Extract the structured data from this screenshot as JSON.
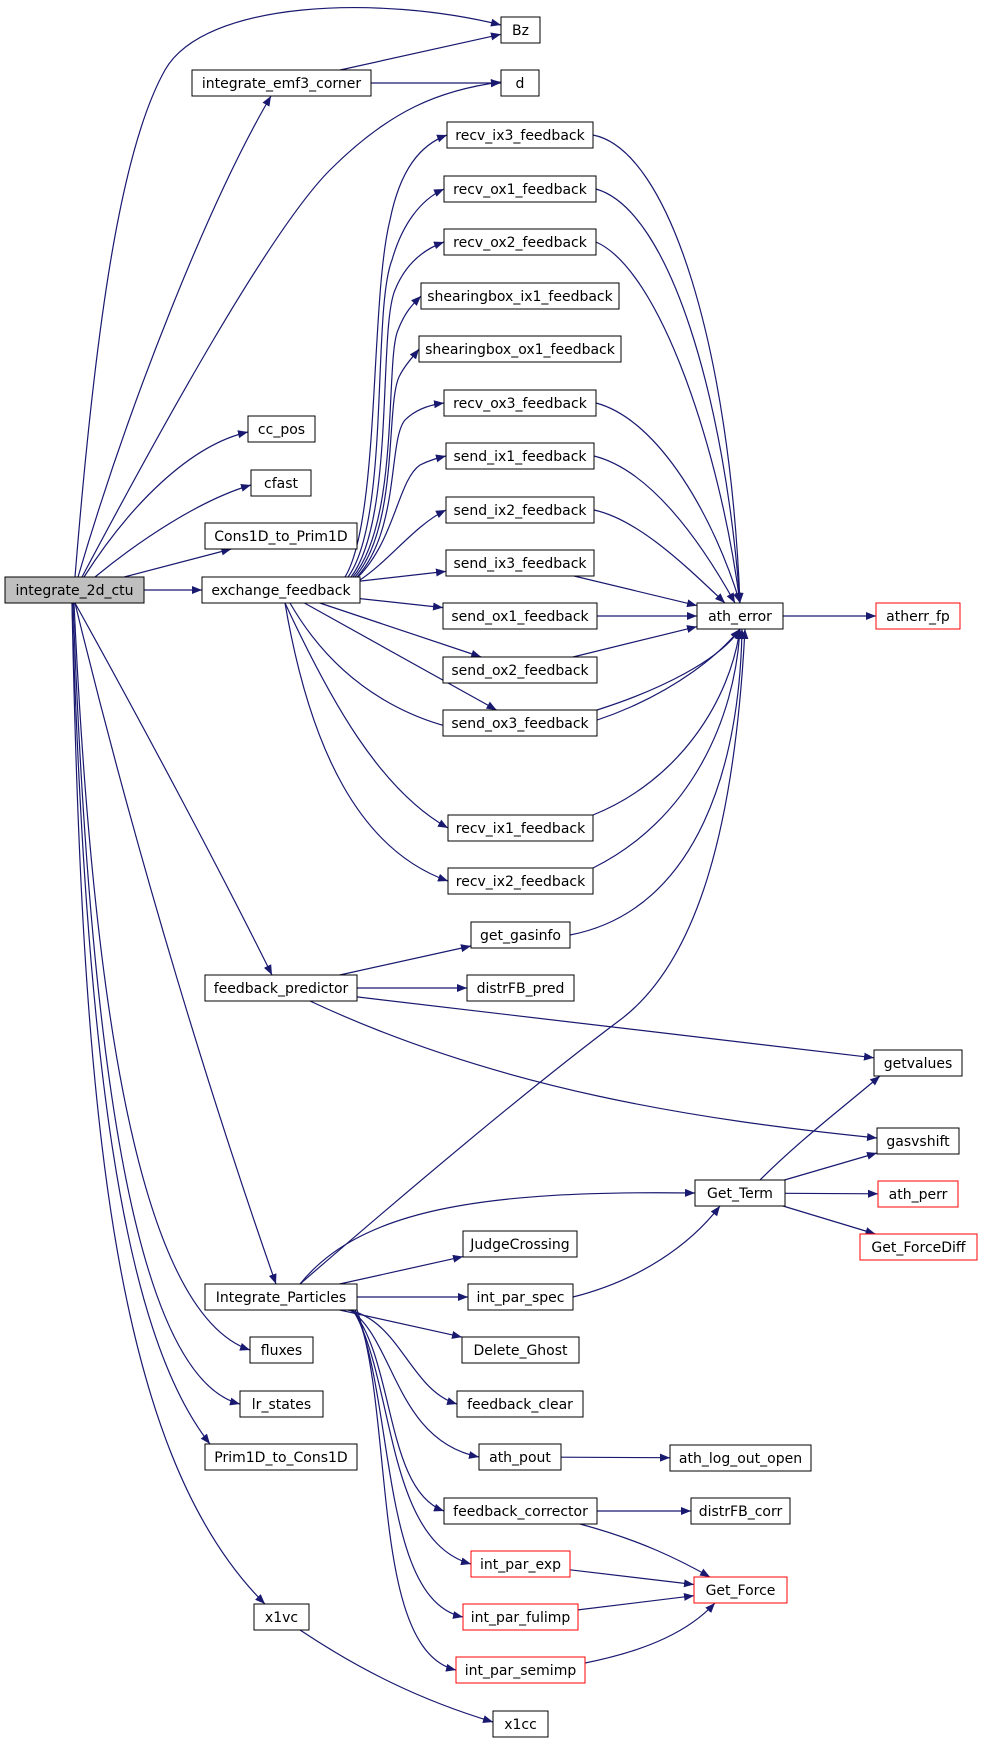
{
  "colors": {
    "edge": "#191970",
    "box_border": "#000000",
    "box_border_red": "#ff0000",
    "box_fill": "#ffffff",
    "root_fill": "#bfbfbf"
  },
  "nodes": [
    {
      "id": "integrate_2d_ctu",
      "label": "integrate_2d_ctu",
      "style": "root"
    },
    {
      "id": "bz",
      "label": "Bz",
      "style": "normal"
    },
    {
      "id": "integrate_emf3_corner",
      "label": "integrate_emf3_corner",
      "style": "normal"
    },
    {
      "id": "d",
      "label": "d",
      "style": "normal"
    },
    {
      "id": "recv_ix3_feedback",
      "label": "recv_ix3_feedback",
      "style": "normal"
    },
    {
      "id": "recv_ox1_feedback",
      "label": "recv_ox1_feedback",
      "style": "normal"
    },
    {
      "id": "recv_ox2_feedback",
      "label": "recv_ox2_feedback",
      "style": "normal"
    },
    {
      "id": "shearingbox_ix1_feedback",
      "label": "shearingbox_ix1_feedback",
      "style": "normal"
    },
    {
      "id": "shearingbox_ox1_feedback",
      "label": "shearingbox_ox1_feedback",
      "style": "normal"
    },
    {
      "id": "recv_ox3_feedback",
      "label": "recv_ox3_feedback",
      "style": "normal"
    },
    {
      "id": "send_ix1_feedback",
      "label": "send_ix1_feedback",
      "style": "normal"
    },
    {
      "id": "send_ix2_feedback",
      "label": "send_ix2_feedback",
      "style": "normal"
    },
    {
      "id": "send_ix3_feedback",
      "label": "send_ix3_feedback",
      "style": "normal"
    },
    {
      "id": "send_ox1_feedback",
      "label": "send_ox1_feedback",
      "style": "normal"
    },
    {
      "id": "send_ox2_feedback",
      "label": "send_ox2_feedback",
      "style": "normal"
    },
    {
      "id": "send_ox3_feedback",
      "label": "send_ox3_feedback",
      "style": "normal"
    },
    {
      "id": "recv_ix1_feedback",
      "label": "recv_ix1_feedback",
      "style": "normal"
    },
    {
      "id": "recv_ix2_feedback",
      "label": "recv_ix2_feedback",
      "style": "normal"
    },
    {
      "id": "cc_pos",
      "label": "cc_pos",
      "style": "normal"
    },
    {
      "id": "cfast",
      "label": "cfast",
      "style": "normal"
    },
    {
      "id": "cons1d_to_prim1d",
      "label": "Cons1D_to_Prim1D",
      "style": "normal"
    },
    {
      "id": "exchange_feedback",
      "label": "exchange_feedback",
      "style": "normal"
    },
    {
      "id": "ath_error",
      "label": "ath_error",
      "style": "normal"
    },
    {
      "id": "atherr_fp",
      "label": "atherr_fp",
      "style": "red"
    },
    {
      "id": "get_gasinfo",
      "label": "get_gasinfo",
      "style": "normal"
    },
    {
      "id": "feedback_predictor",
      "label": "feedback_predictor",
      "style": "normal"
    },
    {
      "id": "distrfb_pred",
      "label": "distrFB_pred",
      "style": "normal"
    },
    {
      "id": "getvalues",
      "label": "getvalues",
      "style": "normal"
    },
    {
      "id": "gasvshift",
      "label": "gasvshift",
      "style": "normal"
    },
    {
      "id": "get_term",
      "label": "Get_Term",
      "style": "normal"
    },
    {
      "id": "ath_perr",
      "label": "ath_perr",
      "style": "red"
    },
    {
      "id": "get_forcediff",
      "label": "Get_ForceDiff",
      "style": "red"
    },
    {
      "id": "judgecrossing",
      "label": "JudgeCrossing",
      "style": "normal"
    },
    {
      "id": "integrate_particles",
      "label": "Integrate_Particles",
      "style": "normal"
    },
    {
      "id": "int_par_spec",
      "label": "int_par_spec",
      "style": "normal"
    },
    {
      "id": "delete_ghost",
      "label": "Delete_Ghost",
      "style": "normal"
    },
    {
      "id": "fluxes",
      "label": "fluxes",
      "style": "normal"
    },
    {
      "id": "feedback_clear",
      "label": "feedback_clear",
      "style": "normal"
    },
    {
      "id": "lr_states",
      "label": "lr_states",
      "style": "normal"
    },
    {
      "id": "ath_pout",
      "label": "ath_pout",
      "style": "normal"
    },
    {
      "id": "ath_log_out_open",
      "label": "ath_log_out_open",
      "style": "normal"
    },
    {
      "id": "prim1d_to_cons1d",
      "label": "Prim1D_to_Cons1D",
      "style": "normal"
    },
    {
      "id": "feedback_corrector",
      "label": "feedback_corrector",
      "style": "normal"
    },
    {
      "id": "distrfb_corr",
      "label": "distrFB_corr",
      "style": "normal"
    },
    {
      "id": "int_par_exp",
      "label": "int_par_exp",
      "style": "red"
    },
    {
      "id": "get_force",
      "label": "Get_Force",
      "style": "red"
    },
    {
      "id": "int_par_fulimp",
      "label": "int_par_fulimp",
      "style": "red"
    },
    {
      "id": "int_par_semimp",
      "label": "int_par_semimp",
      "style": "red"
    },
    {
      "id": "x1vc",
      "label": "x1vc",
      "style": "normal"
    },
    {
      "id": "x1cc",
      "label": "x1cc",
      "style": "normal"
    }
  ],
  "edges": [
    {
      "from": "integrate_2d_ctu",
      "to": "bz"
    },
    {
      "from": "integrate_2d_ctu",
      "to": "integrate_emf3_corner"
    },
    {
      "from": "integrate_2d_ctu",
      "to": "d"
    },
    {
      "from": "integrate_2d_ctu",
      "to": "cc_pos"
    },
    {
      "from": "integrate_2d_ctu",
      "to": "cfast"
    },
    {
      "from": "integrate_2d_ctu",
      "to": "cons1d_to_prim1d"
    },
    {
      "from": "integrate_2d_ctu",
      "to": "exchange_feedback"
    },
    {
      "from": "integrate_2d_ctu",
      "to": "feedback_predictor"
    },
    {
      "from": "integrate_2d_ctu",
      "to": "integrate_particles"
    },
    {
      "from": "integrate_2d_ctu",
      "to": "fluxes"
    },
    {
      "from": "integrate_2d_ctu",
      "to": "lr_states"
    },
    {
      "from": "integrate_2d_ctu",
      "to": "prim1d_to_cons1d"
    },
    {
      "from": "integrate_2d_ctu",
      "to": "x1vc"
    },
    {
      "from": "integrate_emf3_corner",
      "to": "bz"
    },
    {
      "from": "integrate_emf3_corner",
      "to": "d"
    },
    {
      "from": "exchange_feedback",
      "to": "recv_ix3_feedback"
    },
    {
      "from": "exchange_feedback",
      "to": "recv_ox1_feedback"
    },
    {
      "from": "exchange_feedback",
      "to": "recv_ox2_feedback"
    },
    {
      "from": "exchange_feedback",
      "to": "shearingbox_ix1_feedback"
    },
    {
      "from": "exchange_feedback",
      "to": "shearingbox_ox1_feedback"
    },
    {
      "from": "exchange_feedback",
      "to": "recv_ox3_feedback"
    },
    {
      "from": "exchange_feedback",
      "to": "send_ix1_feedback"
    },
    {
      "from": "exchange_feedback",
      "to": "send_ix2_feedback"
    },
    {
      "from": "exchange_feedback",
      "to": "send_ix3_feedback"
    },
    {
      "from": "exchange_feedback",
      "to": "send_ox1_feedback"
    },
    {
      "from": "exchange_feedback",
      "to": "send_ox2_feedback"
    },
    {
      "from": "exchange_feedback",
      "to": "send_ox3_feedback"
    },
    {
      "from": "exchange_feedback",
      "to": "recv_ix1_feedback"
    },
    {
      "from": "exchange_feedback",
      "to": "recv_ix2_feedback"
    },
    {
      "from": "exchange_feedback",
      "to": "ath_error"
    },
    {
      "from": "recv_ix3_feedback",
      "to": "ath_error"
    },
    {
      "from": "recv_ox1_feedback",
      "to": "ath_error"
    },
    {
      "from": "recv_ox2_feedback",
      "to": "ath_error"
    },
    {
      "from": "recv_ox3_feedback",
      "to": "ath_error"
    },
    {
      "from": "send_ix1_feedback",
      "to": "ath_error"
    },
    {
      "from": "send_ix2_feedback",
      "to": "ath_error"
    },
    {
      "from": "send_ix3_feedback",
      "to": "ath_error"
    },
    {
      "from": "send_ox1_feedback",
      "to": "ath_error"
    },
    {
      "from": "send_ox2_feedback",
      "to": "ath_error"
    },
    {
      "from": "send_ox3_feedback",
      "to": "ath_error"
    },
    {
      "from": "recv_ix1_feedback",
      "to": "ath_error"
    },
    {
      "from": "recv_ix2_feedback",
      "to": "ath_error"
    },
    {
      "from": "get_gasinfo",
      "to": "ath_error"
    },
    {
      "from": "integrate_particles",
      "to": "ath_error"
    },
    {
      "from": "ath_error",
      "to": "atherr_fp"
    },
    {
      "from": "feedback_predictor",
      "to": "get_gasinfo"
    },
    {
      "from": "feedback_predictor",
      "to": "distrfb_pred"
    },
    {
      "from": "feedback_predictor",
      "to": "getvalues"
    },
    {
      "from": "feedback_predictor",
      "to": "gasvshift"
    },
    {
      "from": "get_term",
      "to": "getvalues"
    },
    {
      "from": "get_term",
      "to": "gasvshift"
    },
    {
      "from": "get_term",
      "to": "ath_perr"
    },
    {
      "from": "get_term",
      "to": "get_forcediff"
    },
    {
      "from": "integrate_particles",
      "to": "get_term"
    },
    {
      "from": "integrate_particles",
      "to": "judgecrossing"
    },
    {
      "from": "integrate_particles",
      "to": "int_par_spec"
    },
    {
      "from": "integrate_particles",
      "to": "delete_ghost"
    },
    {
      "from": "integrate_particles",
      "to": "feedback_clear"
    },
    {
      "from": "integrate_particles",
      "to": "ath_pout"
    },
    {
      "from": "integrate_particles",
      "to": "feedback_corrector"
    },
    {
      "from": "integrate_particles",
      "to": "int_par_exp"
    },
    {
      "from": "integrate_particles",
      "to": "int_par_fulimp"
    },
    {
      "from": "integrate_particles",
      "to": "int_par_semimp"
    },
    {
      "from": "int_par_spec",
      "to": "get_term"
    },
    {
      "from": "ath_pout",
      "to": "ath_log_out_open"
    },
    {
      "from": "feedback_corrector",
      "to": "distrfb_corr"
    },
    {
      "from": "feedback_corrector",
      "to": "get_force"
    },
    {
      "from": "int_par_exp",
      "to": "get_force"
    },
    {
      "from": "int_par_fulimp",
      "to": "get_force"
    },
    {
      "from": "int_par_semimp",
      "to": "get_force"
    },
    {
      "from": "x1vc",
      "to": "x1cc"
    }
  ]
}
